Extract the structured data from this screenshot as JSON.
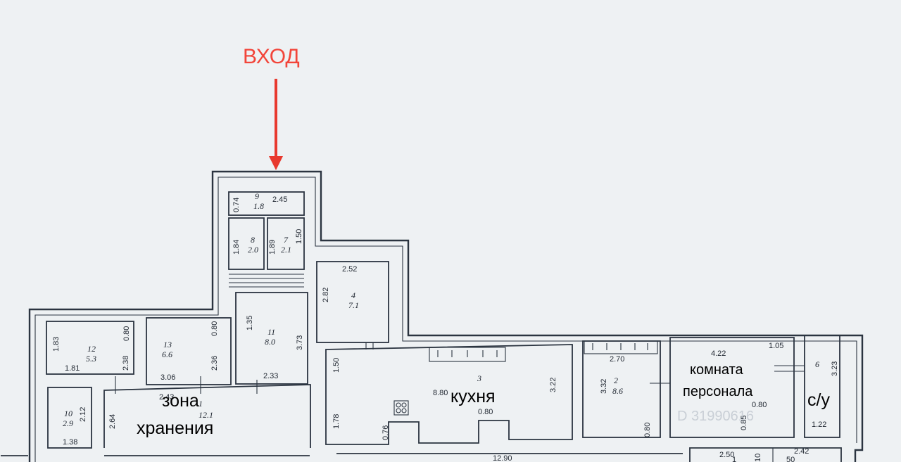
{
  "labels": {
    "entry": "ВХОД",
    "kitchen": "кухня",
    "storage_line1": "зона",
    "storage_line2": "хранения",
    "staff_line1": "комната",
    "staff_line2": "персонала",
    "wc": "с/у"
  },
  "watermark": "D 31990616",
  "colors": {
    "entry_arrow": "#e8392e",
    "walls": "#2b3440",
    "paper": "#eef1f3"
  },
  "rooms": [
    {
      "id": "room-9",
      "number": "9",
      "area": "1.8"
    },
    {
      "id": "room-8",
      "number": "8",
      "area": "2.0"
    },
    {
      "id": "room-7",
      "number": "7",
      "area": "2.1"
    },
    {
      "id": "room-4",
      "number": "4",
      "area": "7.1"
    },
    {
      "id": "room-12",
      "number": "12",
      "area": "5.3"
    },
    {
      "id": "room-13",
      "number": "13",
      "area": "6.6"
    },
    {
      "id": "room-11",
      "number": "11",
      "area": "8.0"
    },
    {
      "id": "room-10",
      "number": "10",
      "area": "2.9"
    },
    {
      "id": "room-1",
      "number": "1",
      "area": "12.1"
    },
    {
      "id": "room-3",
      "number": "3",
      "area": ""
    },
    {
      "id": "room-2",
      "number": "2",
      "area": "8.6"
    },
    {
      "id": "room-6",
      "number": "6",
      "area": ""
    }
  ],
  "dimensions": {
    "d074": "0.74",
    "d245": "2.45",
    "d184": "1.84",
    "d189": "1.89",
    "d150a": "1.50",
    "d252": "2.52",
    "d282": "2.82",
    "d135": "1.35",
    "d373": "3.73",
    "d183": "1.83",
    "d080a": "0.80",
    "d181": "1.81",
    "d238": "2.38",
    "d080b": "0.80",
    "d306": "3.06",
    "d236": "2.36",
    "d233": "2.33",
    "d212": "2.12",
    "d138": "1.38",
    "d264": "2.64",
    "d243": "2.43",
    "d150b": "1.50",
    "d178": "1.78",
    "d076": "0.76",
    "d880": "8.80",
    "d322": "3.22",
    "d080c": "0.80",
    "d270": "2.70",
    "d332": "3.32",
    "d080d": "0.80",
    "d422": "4.22",
    "d105": "1.05",
    "d323": "3.23",
    "d080e": "0.80",
    "d085": "0.85",
    "d122": "1.22",
    "d1290": "12.90",
    "d250": "2.50",
    "d242": "2.42",
    "d10": "10",
    "d1": "1",
    "d50": "50"
  }
}
